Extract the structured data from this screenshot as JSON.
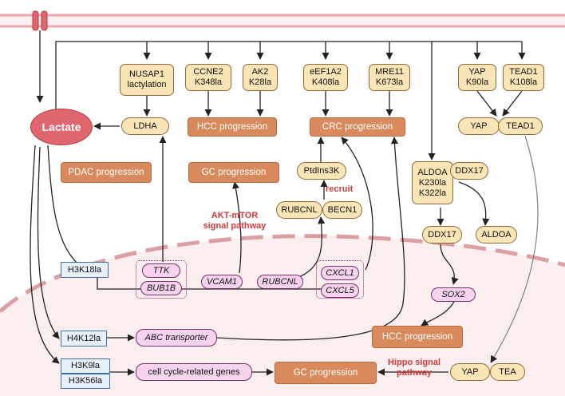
{
  "lactate": "Lactate",
  "peptides": {
    "nusap1": [
      "NUSAP1",
      "lactylation"
    ],
    "ccne2": [
      "CCNE2",
      "K348la"
    ],
    "ak2": [
      "AK2",
      "K28la"
    ],
    "eef1a2": [
      "eEF1A2",
      "K408la"
    ],
    "mre11": [
      "MRE11",
      "K673la"
    ],
    "yap_k90": [
      "YAP",
      "K90la"
    ],
    "tead1_k108": [
      "TEAD1",
      "K108la"
    ],
    "aldoa_k": [
      "ALDOA",
      "K230la",
      "K322la"
    ]
  },
  "proteins": {
    "ldha": "LDHA",
    "yap": "YAP",
    "tead1": "TEAD1",
    "ptdins3k": "PtdIns3K",
    "rubcnl": "RUBCNL",
    "becn1": "BECN1",
    "ddx17_top": "DDX17",
    "ddx17_mid": "DDX17",
    "aldoa": "ALDOA",
    "yap_bottom": "YAP",
    "tea": "TEA"
  },
  "processes": {
    "hcc_top": "HCC progression",
    "crc": "CRC progression",
    "pdac": "PDAC progression",
    "gc_top": "GC progression",
    "hcc_bottom": "HCC progression",
    "gc_bottom": "GC progression"
  },
  "histones": {
    "h3k18": "H3K18la",
    "h4k12": "H4K12la",
    "h3k9": "H3K9la",
    "h3k56": "H3K56la"
  },
  "genes": {
    "ttk": "TTK",
    "bub1b": "BUB1B",
    "vcam1": "VCAM1",
    "rubcnl": "RUBCNL",
    "cxcl1": "CXCL1",
    "cxcl5": "CXCL5",
    "sox2": "SOX2",
    "abc": "ABC transporter",
    "cellcycle": "cell cycle-related genes"
  },
  "labels": {
    "recruit": "recruit",
    "akt_mtor_1": "AKT-mTOR",
    "akt_mtor_2": "signal pathway",
    "hippo_1": "Hippo signal",
    "hippo_2": "pathway"
  },
  "colors": {
    "membrane": "#e9a8ad",
    "nucleus_fill": "#fbeeee",
    "nucleus_border": "#dba0a4",
    "arrow": "#222222",
    "pathway_label": "#d33a3a"
  }
}
